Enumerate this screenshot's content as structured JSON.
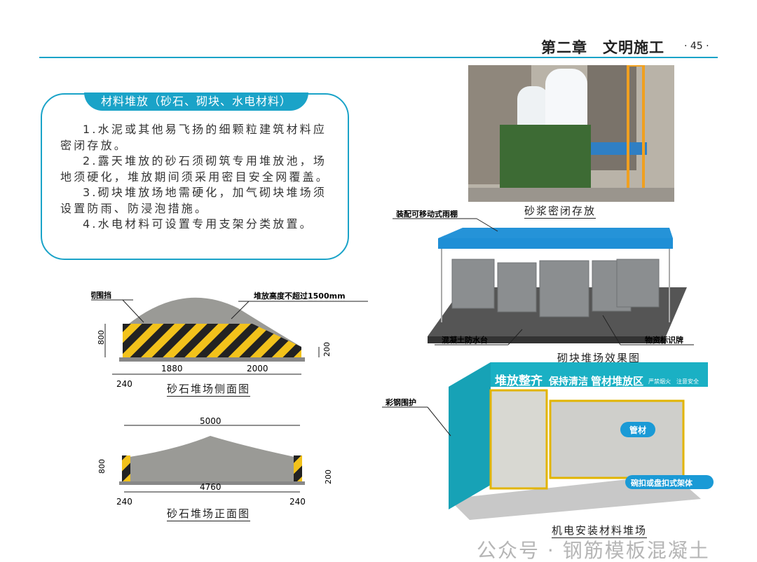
{
  "header": {
    "chapter": "第二章　文明施工",
    "page_number": "· 45 ·"
  },
  "textbox": {
    "title": "材料堆放（砂石、砌块、水电材料）",
    "items": [
      "1.水泥或其他易飞扬的细颗粒建筑材料应密闭存放。",
      "2.露天堆放的砂石须砌筑专用堆放池，场地须硬化，堆放期间须采用密目安全网覆盖。",
      "3.砌块堆放场地需硬化，加气砌块堆场须设置防雨、防浸泡措施。",
      "4.水电材料可设置专用支架分类放置。"
    ]
  },
  "side_view": {
    "caption": "砂石堆场侧面图",
    "label_wall": "砖砌围挡",
    "label_height": "堆放高度不超过1500mm",
    "dims": {
      "height": "800",
      "low": "200",
      "left": "1880",
      "right": "2000",
      "edge": "240"
    }
  },
  "front_view": {
    "caption": "砂石堆场正面图",
    "dims": {
      "total": "5000",
      "inner": "4760",
      "height": "800",
      "low": "200",
      "edge_left": "240",
      "edge_right": "240"
    }
  },
  "photo": {
    "caption": "砂浆密闭存放"
  },
  "block_yard": {
    "caption": "砌块堆场效果图",
    "label_tent": "装配可移动式雨棚",
    "label_base": "混凝土防水台",
    "label_sign": "物资标识牌"
  },
  "pipe_yard": {
    "caption": "机电安装材料堆场",
    "label_fence": "彩钢围护",
    "banner1": "堆放整齐",
    "banner2": "保持清洁",
    "banner3": "管材堆放区",
    "banner4": "严禁烟火　注意安全",
    "label_pipe": "管材",
    "label_rack": "碗扣或盘扣式架体"
  },
  "watermark": "公众号 · 钢筋模板混凝土",
  "colors": {
    "accent": "#1aa3c8",
    "hazard_yellow": "#f2c21b",
    "shed_teal": "#1ab0c4",
    "tent_blue": "#1f8fd6"
  }
}
